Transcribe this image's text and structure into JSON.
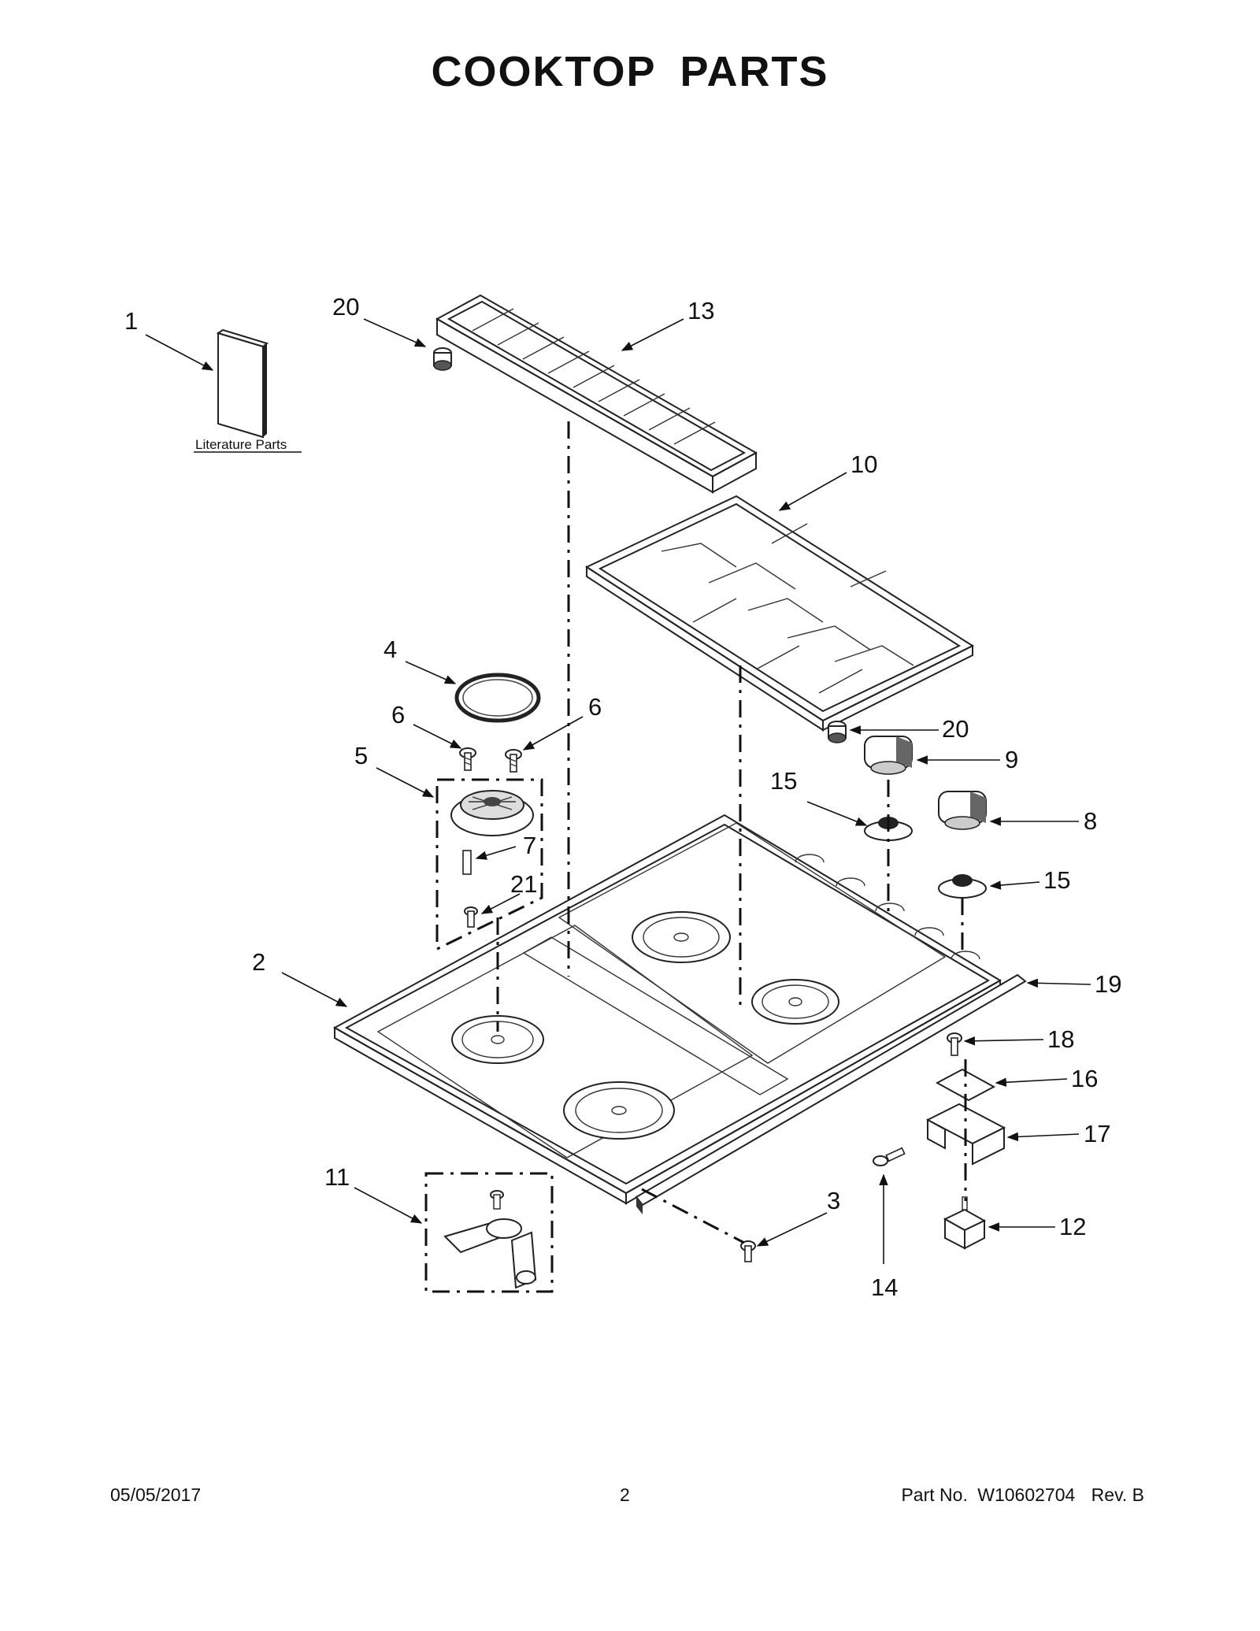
{
  "page": {
    "title": "COOKTOP  PARTS",
    "literature_label": "Literature Parts"
  },
  "callouts": [
    {
      "id": "c1",
      "text": "1"
    },
    {
      "id": "c20a",
      "text": "20"
    },
    {
      "id": "c13",
      "text": "13"
    },
    {
      "id": "c10",
      "text": "10"
    },
    {
      "id": "c4",
      "text": "4"
    },
    {
      "id": "c6a",
      "text": "6"
    },
    {
      "id": "c6b",
      "text": "6"
    },
    {
      "id": "c5",
      "text": "5"
    },
    {
      "id": "c7",
      "text": "7"
    },
    {
      "id": "c21",
      "text": "21"
    },
    {
      "id": "c20b",
      "text": "20"
    },
    {
      "id": "c9",
      "text": "9"
    },
    {
      "id": "c15a",
      "text": "15"
    },
    {
      "id": "c8",
      "text": "8"
    },
    {
      "id": "c15b",
      "text": "15"
    },
    {
      "id": "c2",
      "text": "2"
    },
    {
      "id": "c19",
      "text": "19"
    },
    {
      "id": "c18",
      "text": "18"
    },
    {
      "id": "c16",
      "text": "16"
    },
    {
      "id": "c17",
      "text": "17"
    },
    {
      "id": "c11",
      "text": "11"
    },
    {
      "id": "c3",
      "text": "3"
    },
    {
      "id": "c12",
      "text": "12"
    },
    {
      "id": "c14",
      "text": "14"
    }
  ],
  "footer": {
    "date": "05/05/2017",
    "page_number": "2",
    "part_label": "Part No.",
    "part_number": "W10602704",
    "revision": "Rev.  B"
  }
}
